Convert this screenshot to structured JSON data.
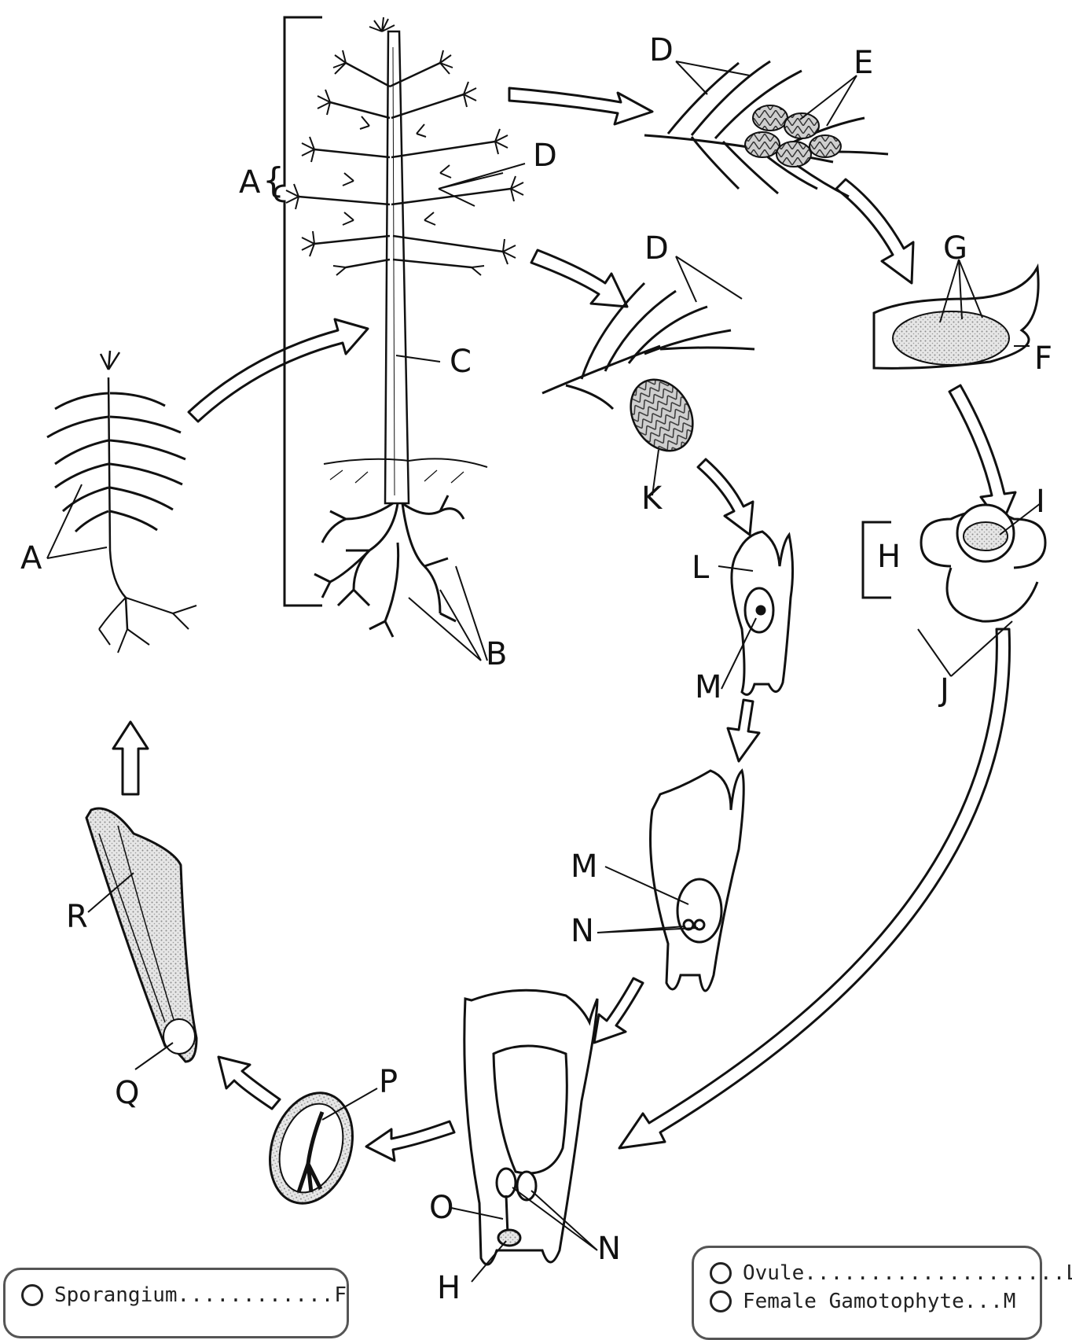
{
  "labels": {
    "A_sporophyte": "A",
    "A_seedling": "A",
    "B": "B",
    "C": "C",
    "D_tree": "D",
    "D_male_branch": "D",
    "D_female_branch": "D",
    "E": "E",
    "F": "F",
    "G": "G",
    "H_pollen": "H",
    "H_tube": "H",
    "I": "I",
    "J": "J",
    "K": "K",
    "L": "L",
    "M_first": "M",
    "M_second": "M",
    "N_second": "N",
    "N_fertilized": "N",
    "O": "O",
    "P": "P",
    "Q": "Q",
    "R": "R"
  },
  "key_left": [
    {
      "term": "Sporangium",
      "dots": " ............",
      "letter": "F"
    }
  ],
  "key_right": [
    {
      "term": "Ovule",
      "dots": "....................",
      "letter": "L"
    },
    {
      "term": "Female Gamotophyte",
      "dots": " ...",
      "letter": "M"
    }
  ],
  "colors": {
    "ink": "#111111",
    "stipple": "#9a9a9a",
    "background": "#ffffff"
  }
}
